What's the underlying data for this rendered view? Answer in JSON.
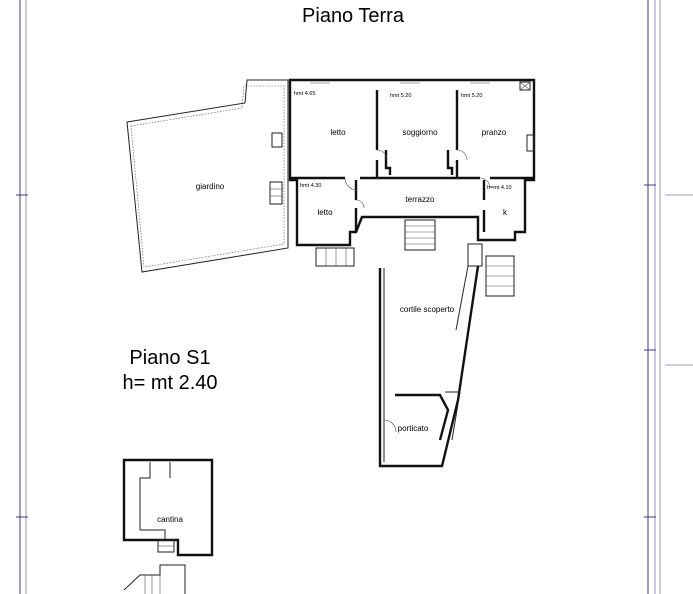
{
  "titles": {
    "ground_floor": "Piano Terra",
    "basement": "Piano S1",
    "basement_height": "h= mt 2.40"
  },
  "rooms": {
    "giardino": "giardino",
    "letto_1": "letto",
    "soggiorno": "soggiorno",
    "pranzo": "pranzo",
    "letto_2": "letto",
    "terrazzo": "terrazzo",
    "k": "k",
    "cortile": "cortile scoperto",
    "porticato": "porticato",
    "cantina": "cantina"
  },
  "heights": {
    "letto_1": "hmt 4.65",
    "soggiorno": "hmt 5.20",
    "pranzo": "hmt 5.20",
    "letto_2": "hmt 4.30",
    "k": "h=mt 4.10"
  },
  "colors": {
    "walls": "#111111",
    "frame": "#3b3b8a",
    "background": "#ffffff"
  }
}
